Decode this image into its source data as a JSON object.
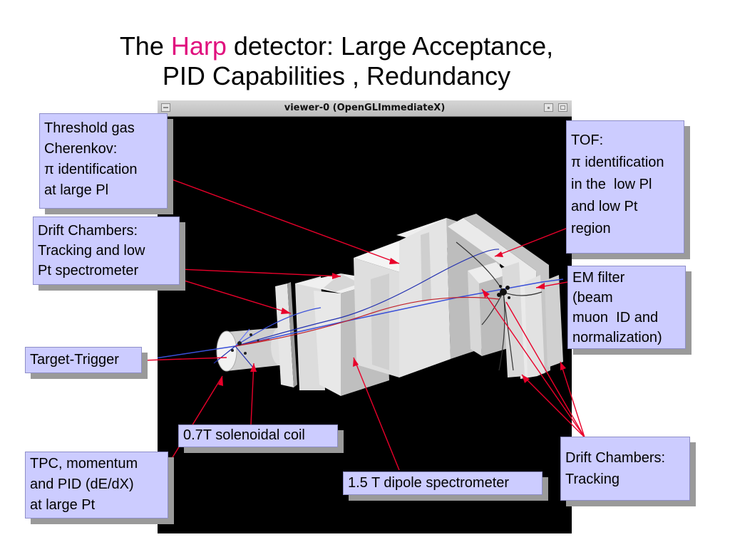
{
  "title": {
    "prefix": "The ",
    "highlight": "Harp",
    "suffix": " detector: Large Acceptance,",
    "line2": "PID Capabilities , Redundancy"
  },
  "viewer": {
    "title": "viewer-0 (OpenGLImmediateX)"
  },
  "callouts": {
    "cherenkov": "Threshold gas\nCherenkov:\nπ identification\nat large Pl",
    "drift_low_pt": "Drift Chambers:\nTracking and low\nPt spectrometer",
    "target_trigger": "Target-Trigger",
    "tpc": "TPC, momentum\nand PID (dE/dX)\nat large Pt",
    "solenoid": "0.7T solenoidal coil",
    "dipole": "1.5 T dipole spectrometer",
    "drift_tracking": "Drift Chambers:\nTracking",
    "em_filter": "EM filter\n(beam\nmuon  ID and\nnormalization)",
    "tof": "TOF:\nπ identification\nin the  low Pl\nand low Pt\nregion"
  },
  "colors": {
    "highlight": "#e0107e",
    "callout_fill": "#ccccff",
    "leader": "#e8002a",
    "beam": "#3a50d8"
  }
}
